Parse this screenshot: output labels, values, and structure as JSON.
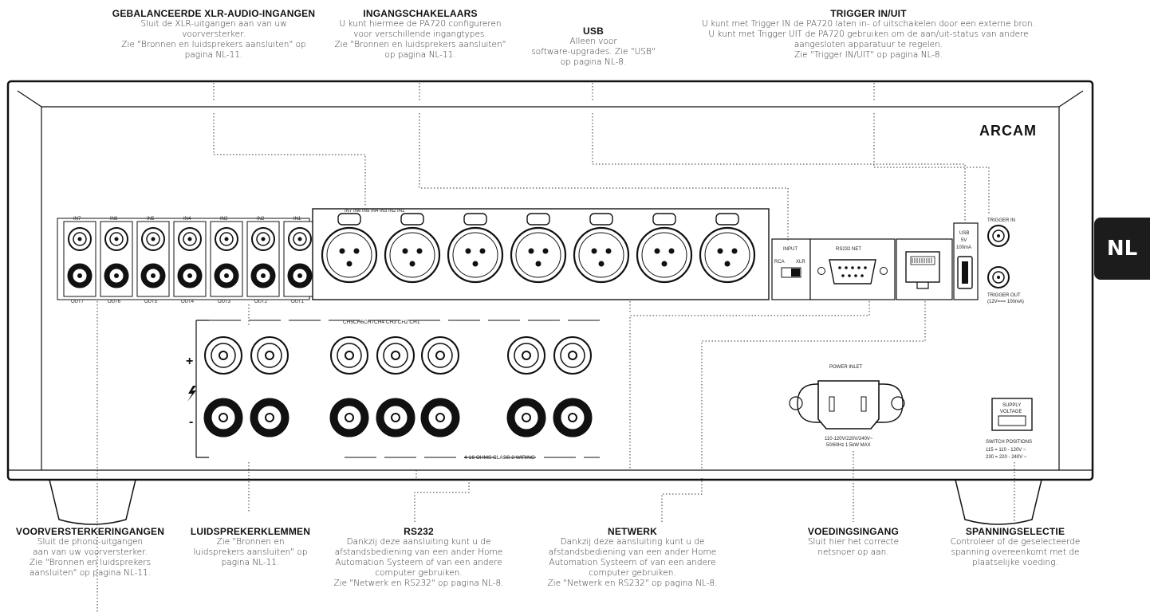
{
  "top_callouts": [
    {
      "id": "xlr",
      "title": "GEBALANCEERDE XLR-AUDIO-INGANGEN",
      "lines": [
        "Sluit de XLR-uitgangen aan van uw",
        "voorversterker.",
        "Zie \"Bronnen en luidsprekers aansluiten\" op",
        "pagina NL-11."
      ]
    },
    {
      "id": "input",
      "title": "INGANGSCHAKELAARS",
      "lines": [
        "U kunt hiermee de PA720 configureren",
        "voor verschillende ingangtypes.",
        "Zie \"Bronnen en luidsprekers aansluiten\"",
        "op pagina NL-11."
      ]
    },
    {
      "id": "usb",
      "title": "USB",
      "lines": [
        "Alleen voor",
        "software-upgrades. Zie \"USB\"",
        "op pagina NL-8."
      ]
    },
    {
      "id": "trigger",
      "title": "TRIGGER IN/UIT",
      "lines": [
        "U kunt met Trigger IN de PA720 laten in- of uitschakelen door een externe bron.",
        "U kunt met Trigger UIT de PA720 gebruiken om de aan/uit-status van andere",
        "aangesloten apparatuur te regelen.",
        "Zie \"Trigger IN/UIT\" op pagina NL-8."
      ]
    }
  ],
  "bottom_callouts": [
    {
      "id": "preamp",
      "title": "VOORVERSTERKERINGANGEN",
      "lines": [
        "Sluit de phono-uitgangen",
        "aan van uw voorversterker.",
        "Zie \"Bronnen en luidsprekers",
        "aansluiten\" op pagina NL-11."
      ]
    },
    {
      "id": "speakers",
      "title": "LUIDSPREKERKLEMMEN",
      "lines": [
        "Zie \"Bronnen en",
        "luidsprekers aansluiten\" op",
        "pagina NL-11."
      ]
    },
    {
      "id": "rs232",
      "title": "RS232",
      "lines": [
        "Dankzij deze aansluiting kunt u de",
        "afstandsbediening van een ander Home",
        "Automation Systeem of van een andere",
        "computer gebruiken.",
        "Zie \"Netwerk en RS232\" op pagina NL-8."
      ]
    },
    {
      "id": "network",
      "title": "NETWERK",
      "lines": [
        "Dankzij deze aansluiting kunt u de",
        "afstandsbediening van een ander Home",
        "Automation Systeem of van een andere",
        "computer gebruiken.",
        "Zie \"Netwerk en RS232\" op pagina NL-8."
      ]
    },
    {
      "id": "power",
      "title": "VOEDINGSINGANG",
      "lines": [
        "Sluit hier het correcte",
        "netsnoer op aan."
      ]
    },
    {
      "id": "voltage",
      "title": "SPANNINGSELECTIE",
      "lines": [
        "Controleer of de geselecteerde",
        "spanning overeenkomt met de",
        "plaatselijke voeding."
      ]
    }
  ],
  "panel": {
    "brand": "ARCAM",
    "in_labels": [
      "IN7",
      "IN6",
      "IN5",
      "IN4",
      "IN3",
      "IN2",
      "IN1"
    ],
    "out_labels": [
      "OUT7",
      "OUT6",
      "OUT5",
      "OUT4",
      "OUT3",
      "OUT2",
      "OUT1"
    ],
    "xlr_header": "IN7 IN6 IN5 IN4 IN3 IN2 IN1",
    "input_label": "INPUT",
    "rca_label": "RCA",
    "xlr_label": "XLR",
    "rs232_label": "RS232 NET",
    "usb_label": "USB",
    "usb_spec": "5V",
    "usb_current": "100mA",
    "trigger_in": "TRIGGER IN",
    "trigger_out": "TRIGGER OUT",
    "trigger_out_spec": "(12V=== 100mA)",
    "speaker_header": "CH5CH6CH7CH4 CH3 CH2 CH1",
    "speaker_footer": "4-16 OHMS CLASS 2 WIRING",
    "plus_sign": "+",
    "minus_sign": "-",
    "power_label": "POWER INLET",
    "power_spec_1": "110-120V/220V/240V~",
    "power_spec_2": "50/60Hz 1.5kW MAX",
    "supply_label_1": "SUPPLY",
    "supply_label_2": "VOLTAGE",
    "switch_positions": "SWITCH POSITIONS",
    "switch_line_1": "115 = 110 - 120V ~",
    "switch_line_2": "230 = 220 - 240V ~"
  },
  "tab": "NL"
}
